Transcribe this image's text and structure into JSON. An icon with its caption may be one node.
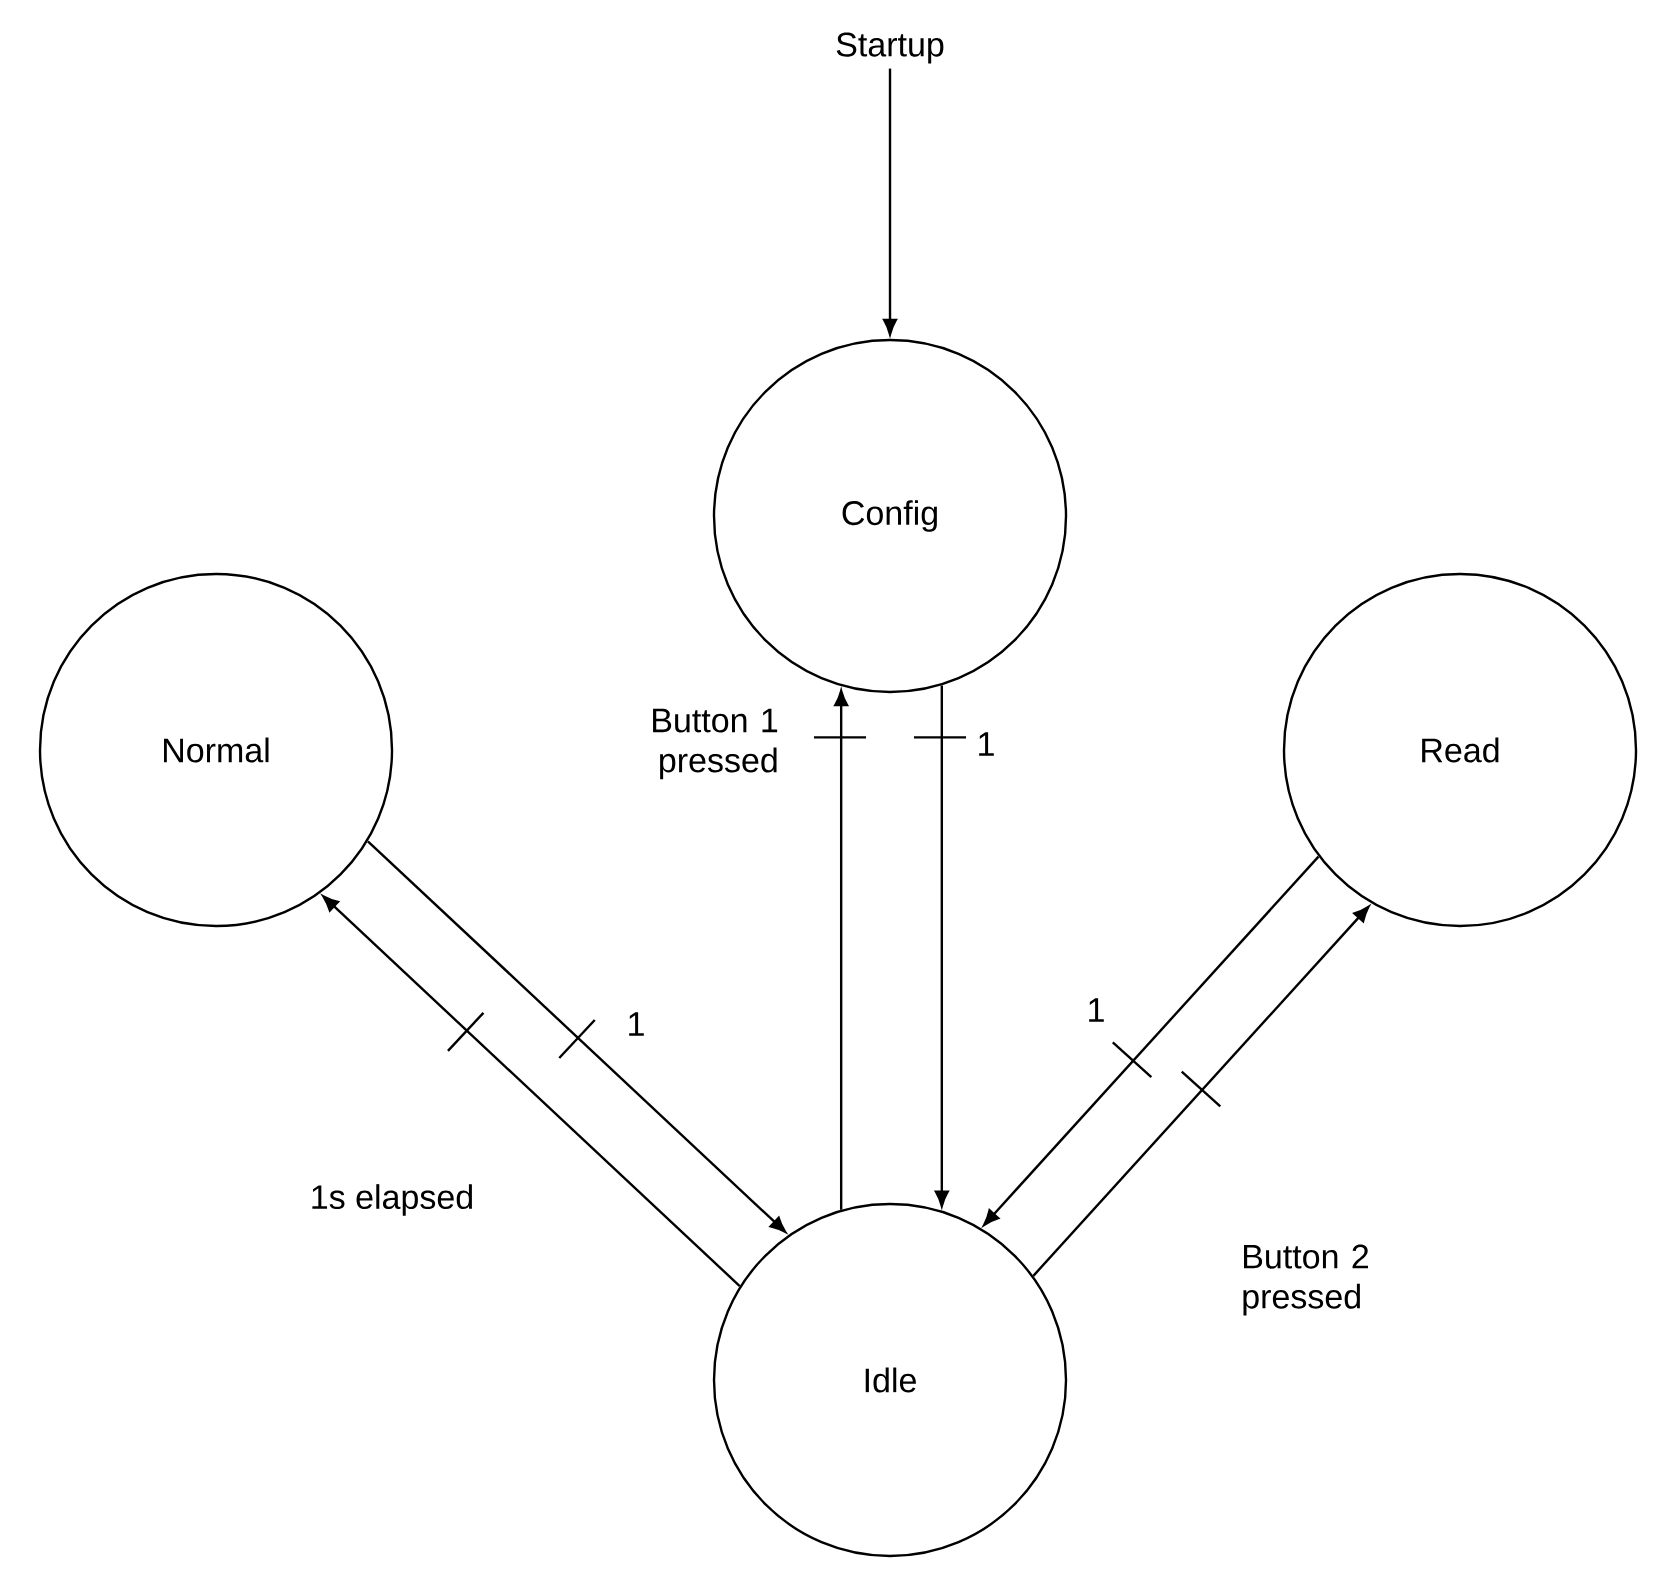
{
  "diagram": {
    "nodes": [
      {
        "text": [
          "Startup"
        ]
      },
      {
        "text": [
          "Config"
        ]
      },
      {
        "text": [
          "Normal"
        ]
      },
      {
        "text": [
          "Read"
        ]
      },
      {
        "text": [
          "Idle"
        ]
      }
    ],
    "edges": [
      {
        "from": 0,
        "to": 1,
        "arrow": "to"
      },
      {
        "from": 4,
        "to": 1,
        "arrow": "to",
        "label": "Button 1 pressed"
      },
      {
        "from": 1,
        "to": 4,
        "arrow": "to",
        "label": "1"
      },
      {
        "from": 2,
        "to": 4,
        "arrow": "to",
        "label": "1"
      },
      {
        "from": 4,
        "to": 2,
        "arrow": "to",
        "label": "1s elapsed"
      },
      {
        "from": 3,
        "to": 4,
        "arrow": "to",
        "label": "1"
      },
      {
        "from": 4,
        "to": 3,
        "arrow": "to",
        "label": "Button 2 pressed"
      }
    ]
  }
}
